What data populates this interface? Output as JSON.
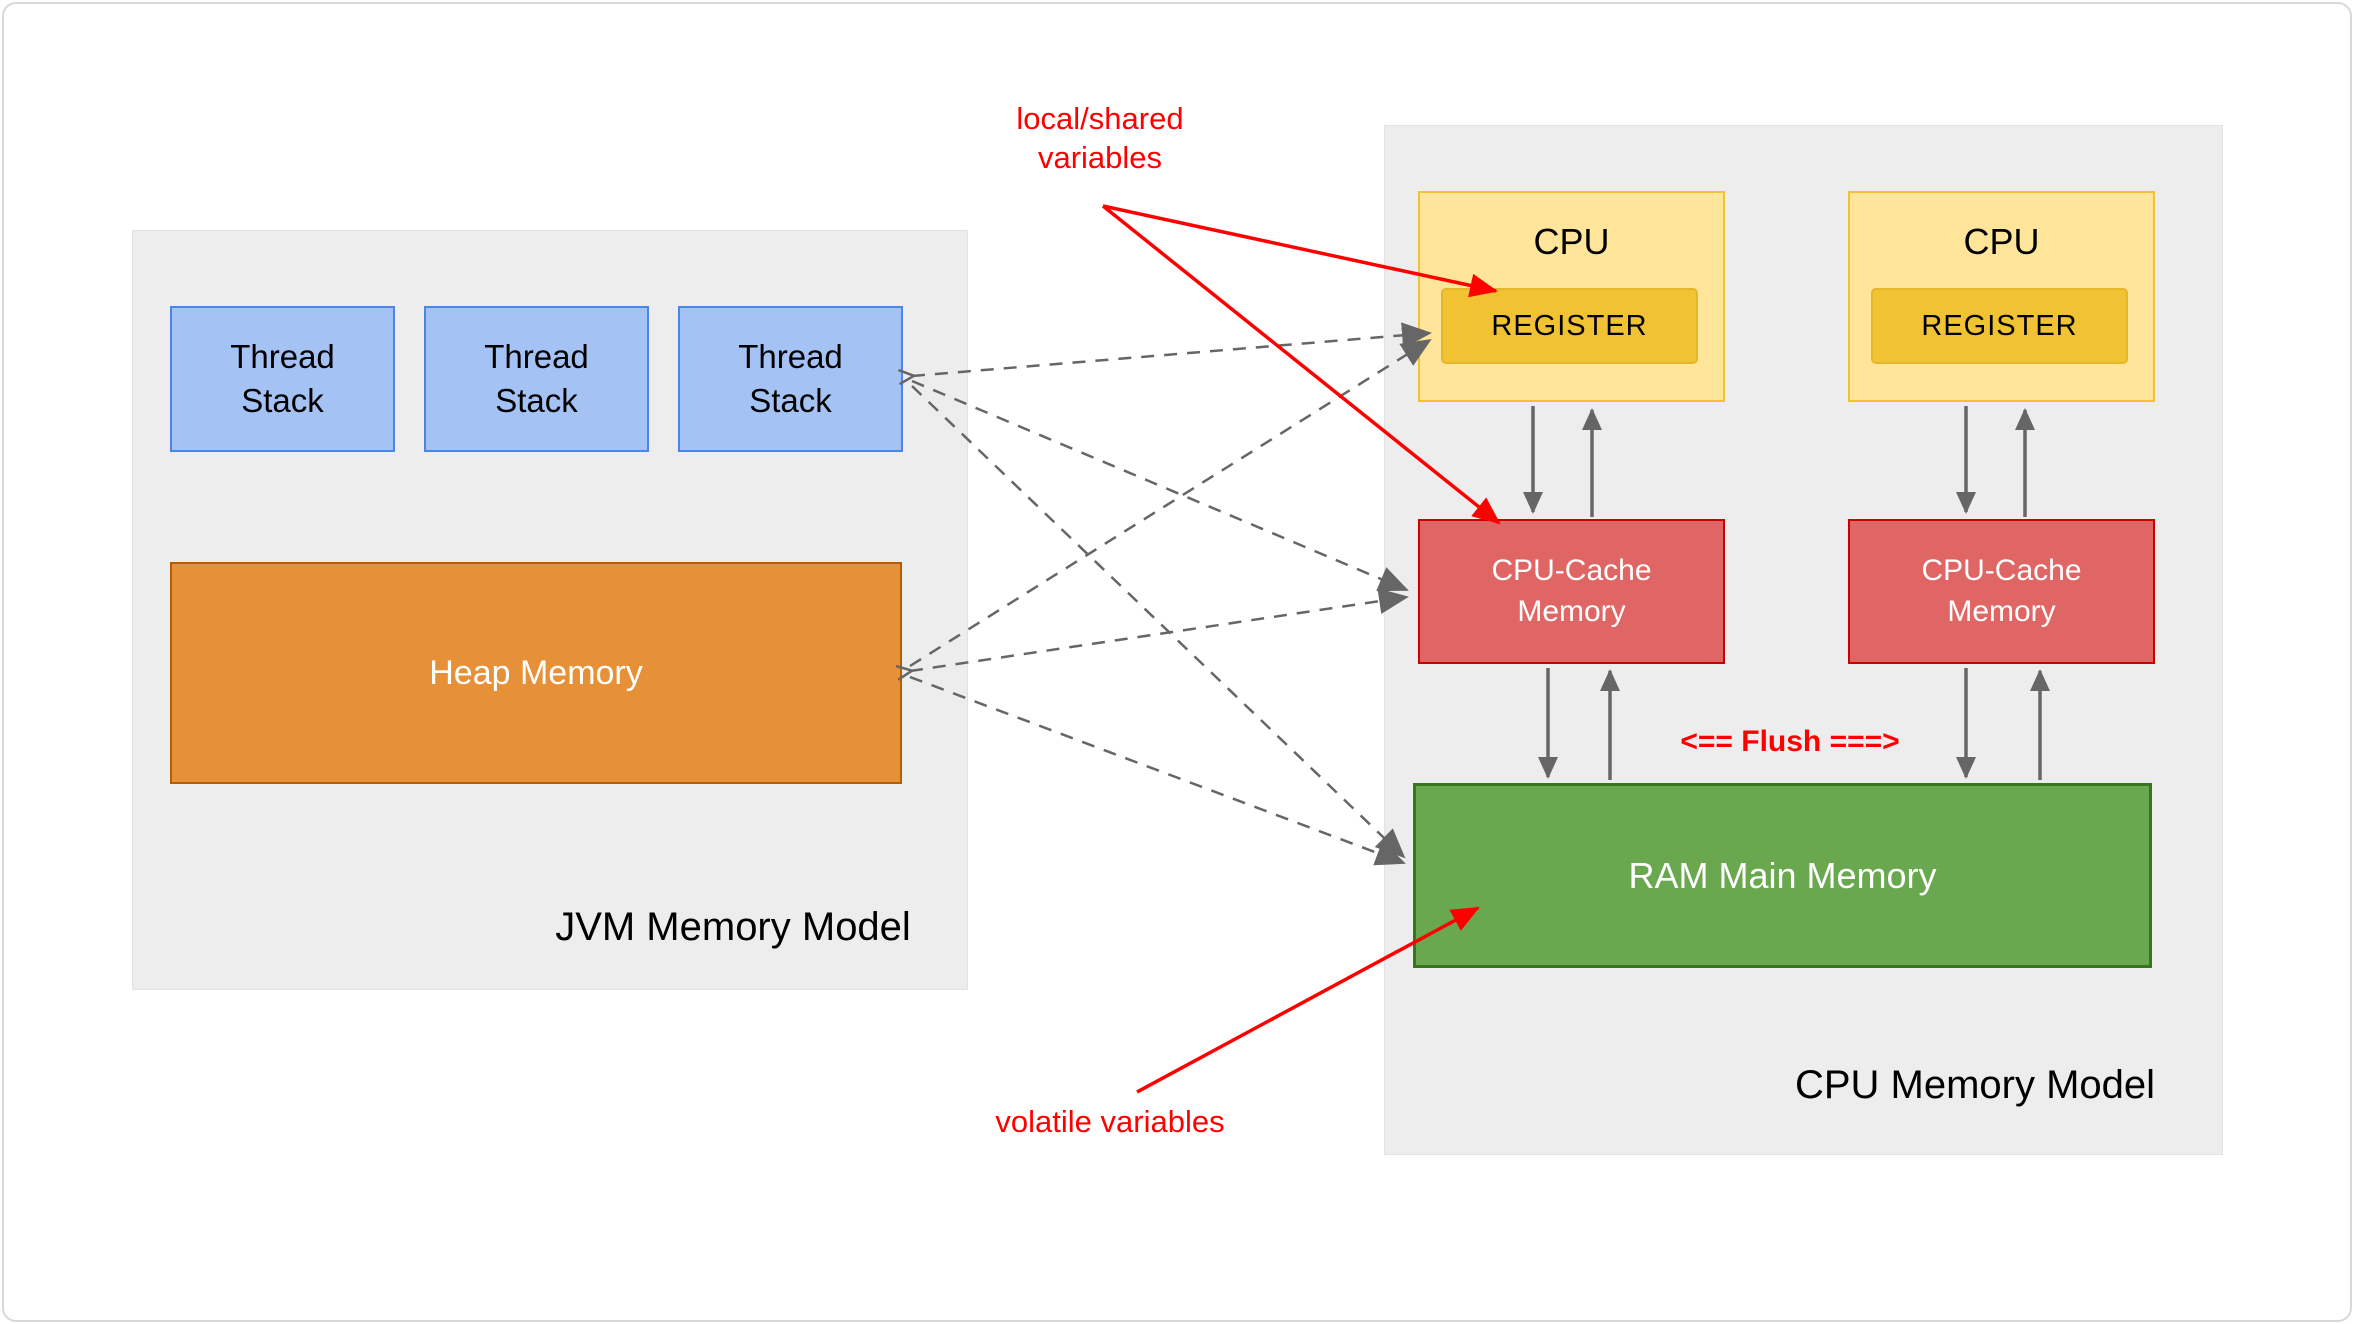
{
  "jvm_section": {
    "title": "JVM Memory Model",
    "thread_stacks": [
      {
        "label": "Thread Stack"
      },
      {
        "label": "Thread Stack"
      },
      {
        "label": "Thread Stack"
      }
    ],
    "heap": {
      "label": "Heap Memory"
    }
  },
  "cpu_section": {
    "title": "CPU Memory Model",
    "cpu_columns": [
      {
        "cpu_label": "CPU",
        "register_label": "REGISTER",
        "cache_label": "CPU-Cache Memory"
      },
      {
        "cpu_label": "CPU",
        "register_label": "REGISTER",
        "cache_label": "CPU-Cache Memory"
      }
    ],
    "ram": {
      "label": "RAM Main Memory"
    }
  },
  "annotations": {
    "local_shared": "local/shared variables",
    "volatile": "volatile variables",
    "flush": "<== Flush ===>"
  },
  "colors": {
    "thread_fill": "#A4C2F4",
    "thread_border": "#4A86E8",
    "heap_fill": "#E69138",
    "heap_border": "#B45F06",
    "cpu_fill": "#FFE599",
    "cpu_border": "#F1C232",
    "register_fill": "#F1C232",
    "cache_fill": "#E06666",
    "cache_border": "#CC0000",
    "ram_fill": "#6AA84F",
    "ram_border": "#38761D",
    "section_bg": "#EDEDED",
    "annotation_red": "#FF0000",
    "arrow_gray": "#666666"
  }
}
